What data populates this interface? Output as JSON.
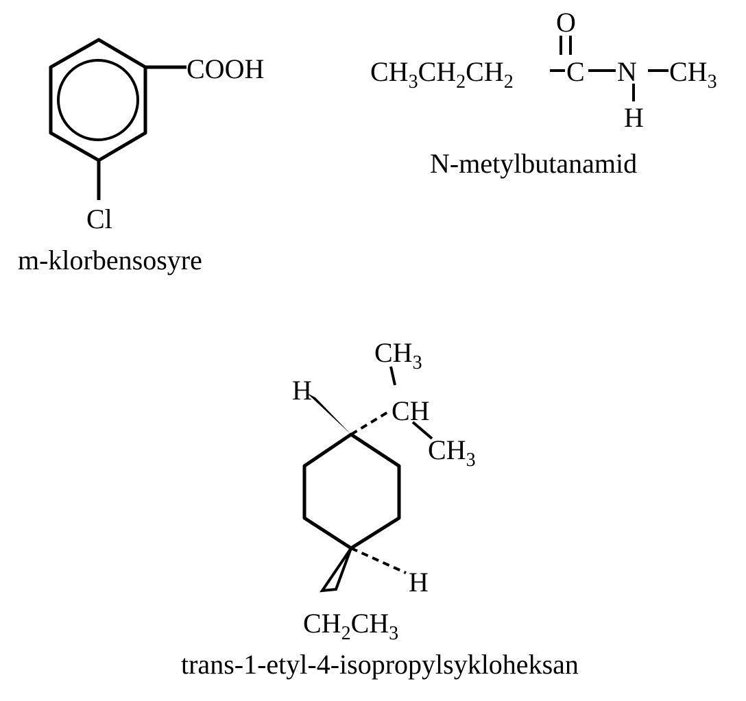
{
  "molecules": {
    "chlorobenzoic": {
      "group_top": "COOH",
      "group_bottom": "Cl",
      "name": "m-klorbensosyre"
    },
    "amide": {
      "oxygen": "O",
      "seg1_ch": "CH",
      "seg1_sub": "3",
      "seg2_ch": "CH",
      "seg2_sub": "2",
      "seg3_ch": "CH",
      "seg3_sub": "2",
      "carbon": "C",
      "nitrogen": "N",
      "methyl_ch": "CH",
      "methyl_sub": "3",
      "hydrogen": "H",
      "name": "N-metylbutanamid"
    },
    "cyclohexane": {
      "top_ch3": "CH",
      "top_ch3_sub": "3",
      "h_upper": "H",
      "ch": "CH",
      "bottom_ch3": "CH",
      "bottom_ch3_sub": "3",
      "h_lower": "H",
      "ethyl_ch2": "CH",
      "ethyl_ch2_sub": "2",
      "ethyl_ch3": "CH",
      "ethyl_ch3_sub": "3",
      "name": "trans-1-etyl-4-isopropylsykloheksan"
    }
  },
  "colors": {
    "ink": "#000000",
    "background": "#ffffff"
  }
}
